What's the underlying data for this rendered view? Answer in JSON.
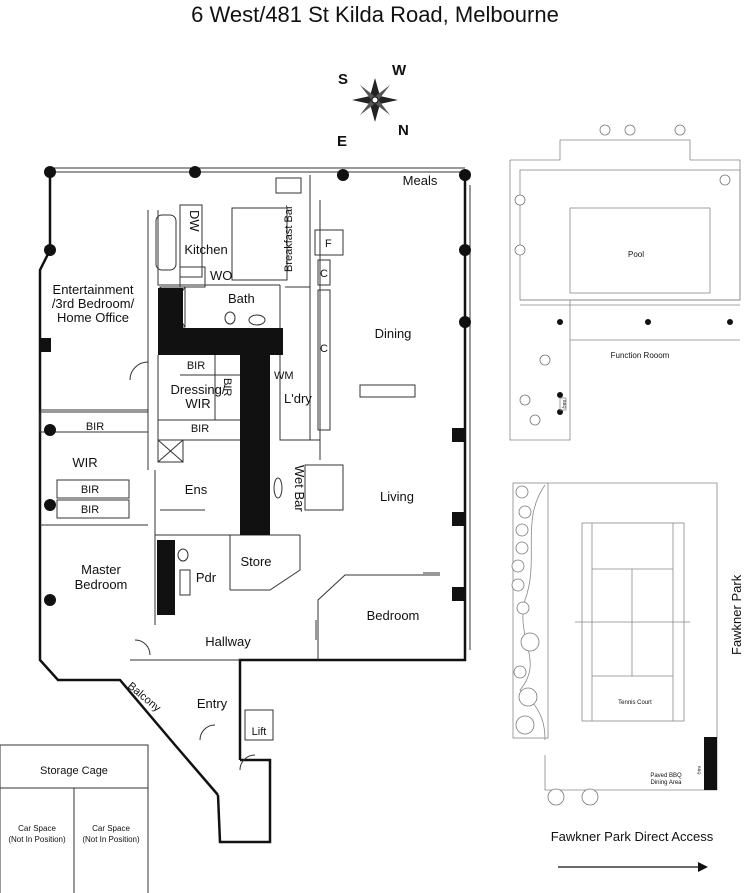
{
  "title": "6 West/481 St Kilda Road, Melbourne",
  "compass": {
    "s": "S",
    "w": "W",
    "e": "E",
    "n": "N"
  },
  "rooms": {
    "meals": "Meals",
    "kitchen": "Kitchen",
    "dw": "DW",
    "wo": "WO",
    "bath": "Bath",
    "breakfast_bar": "Breakfast Bar",
    "fridge": "F",
    "cupboard1": "C",
    "cupboard2": "C",
    "dining": "Dining",
    "entertainment": [
      "Entertainment",
      "/3rd Bedroom/",
      "Home Office"
    ],
    "bir_dressing_top": "BIR",
    "dressing": [
      "Dressing/",
      "WIR"
    ],
    "bir_dressing_side": "BIR",
    "bir_dressing_bottom": "BIR",
    "wm": "WM",
    "laundry": "L'dry",
    "bir_wir_top": "BIR",
    "wir": "WIR",
    "bir_wir_mid": "BIR",
    "bir_wir_bottom": "BIR",
    "ensuite": "Ens",
    "wet_bar": "Wet Bar",
    "living": "Living",
    "master_bedroom": [
      "Master",
      "Bedroom"
    ],
    "store": "Store",
    "powder": "Pdr",
    "bedroom": "Bedroom",
    "hallway": "Hallway",
    "balcony": "Balcony",
    "entry": "Entry",
    "lift": "Lift"
  },
  "parking": {
    "storage_cage": "Storage Cage",
    "car_space_1": [
      "Car Space",
      "(Not In Position)"
    ],
    "car_space_2": [
      "Car Space",
      "(Not In Position)"
    ]
  },
  "facilities": {
    "pool": "Pool",
    "function_room": "Function Rooom",
    "bbq_small": "BBQ",
    "tennis_court": "Tennis Court",
    "paved_bbq": [
      "Paved BBQ",
      "Dining Area"
    ],
    "bbq_small2": "BBQ",
    "fawkner_park": "Fawkner Park",
    "direct_access": "Fawkner Park Direct Access"
  }
}
